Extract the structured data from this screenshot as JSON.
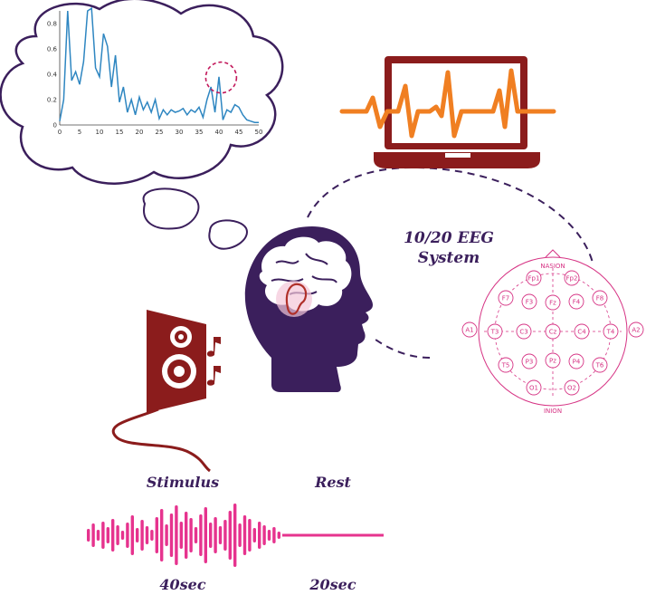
{
  "labels": {
    "eeg_system_line1": "10/20 EEG",
    "eeg_system_line2": "System",
    "stimulus": "Stimulus",
    "rest": "Rest",
    "stimulus_duration": "40sec",
    "rest_duration": "20sec"
  },
  "eeg_map": {
    "top_label": "NASION",
    "bottom_label": "INION",
    "electrodes": [
      "Fp1",
      "Fp2",
      "F7",
      "F3",
      "Fz",
      "F4",
      "F8",
      "A1",
      "T3",
      "C3",
      "Cz",
      "C4",
      "T4",
      "A2",
      "T5",
      "P3",
      "Pz",
      "P4",
      "T6",
      "O1",
      "O2"
    ]
  },
  "chart_data": {
    "type": "line",
    "xlim": [
      0,
      50
    ],
    "ylim": [
      0,
      0.9
    ],
    "xticks": [
      "0",
      "5",
      "10",
      "15",
      "20",
      "25",
      "30",
      "35",
      "40",
      "45",
      "50"
    ],
    "yticks": [
      "0",
      "0.2",
      "0.4",
      "0.6",
      "0.8"
    ],
    "x": [
      0,
      1,
      2,
      3,
      4,
      5,
      6,
      7,
      8,
      9,
      10,
      11,
      12,
      13,
      14,
      15,
      16,
      17,
      18,
      19,
      20,
      21,
      22,
      23,
      24,
      25,
      26,
      27,
      28,
      29,
      30,
      31,
      32,
      33,
      34,
      35,
      36,
      37,
      38,
      39,
      40,
      41,
      42,
      43,
      44,
      45,
      46,
      47,
      48,
      49,
      50
    ],
    "series": [
      {
        "color": "#2e86c1",
        "values": [
          0.03,
          0.2,
          0.9,
          0.35,
          0.42,
          0.32,
          0.5,
          0.9,
          0.92,
          0.45,
          0.38,
          0.72,
          0.62,
          0.3,
          0.55,
          0.18,
          0.3,
          0.1,
          0.2,
          0.08,
          0.22,
          0.12,
          0.18,
          0.1,
          0.2,
          0.05,
          0.12,
          0.08,
          0.12,
          0.1,
          0.11,
          0.13,
          0.08,
          0.12,
          0.1,
          0.14,
          0.06,
          0.2,
          0.3,
          0.1,
          0.38,
          0.04,
          0.12,
          0.1,
          0.16,
          0.14,
          0.08,
          0.04,
          0.03,
          0.02,
          0.02
        ]
      }
    ],
    "highlight": {
      "x": 41,
      "y": 0.36
    }
  },
  "colors": {
    "purple": "#3b1f5c",
    "dark_red": "#8b1c1c",
    "orange": "#f07f22",
    "pink": "#e6338e",
    "line_blue": "#2e86c1"
  }
}
